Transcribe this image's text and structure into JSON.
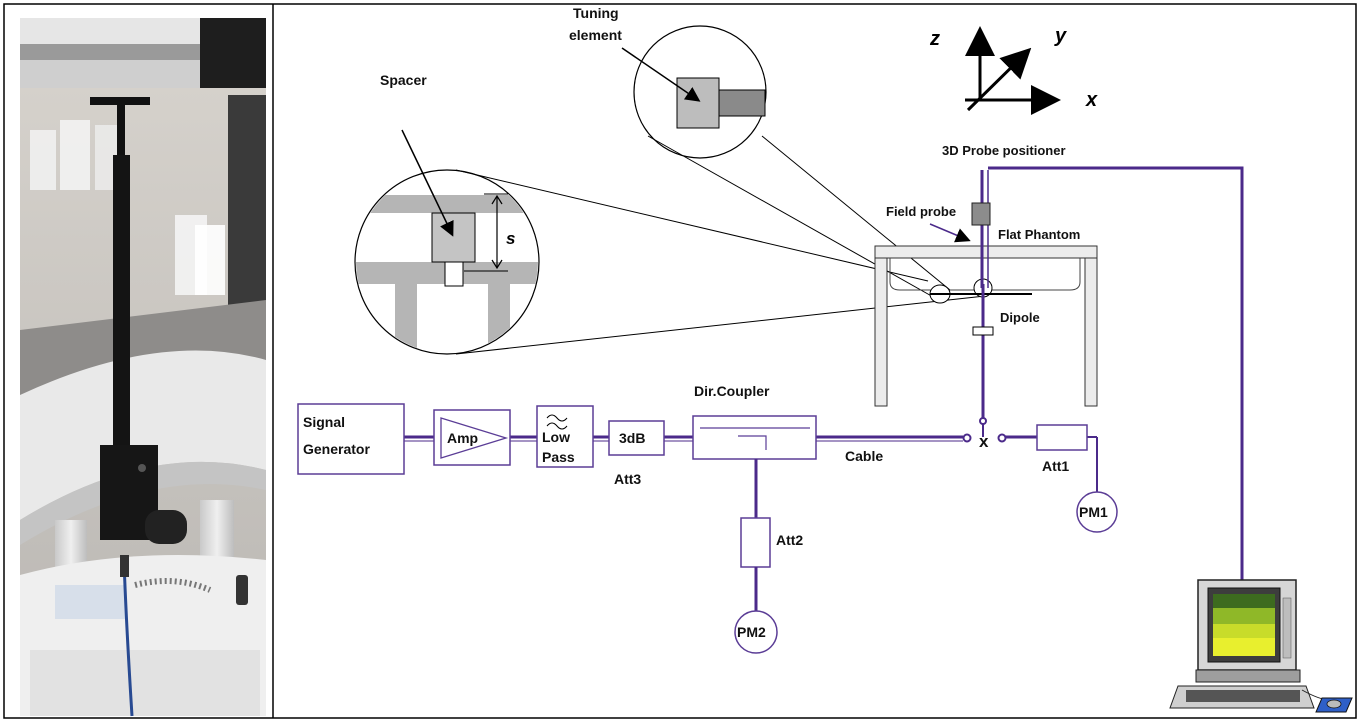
{
  "labels": {
    "tuning_element_line1": "Tuning",
    "tuning_element_line2": "element",
    "spacer": "Spacer",
    "spacing": "s",
    "axis_z": "z",
    "axis_y": "y",
    "axis_x": "x",
    "probe_positioner": "3D Probe positioner",
    "field_probe": "Field probe",
    "flat_phantom": "Flat Phantom",
    "dipole": "Dipole",
    "dir_coupler": "Dir.Coupler",
    "signal_generator_line1": "Signal",
    "signal_generator_line2": "Generator",
    "amp": "Amp",
    "low_pass_line1": "Low",
    "low_pass_line2": "Pass",
    "att_3db": "3dB",
    "att3": "Att3",
    "cable": "Cable",
    "connector_x": "x",
    "att1": "Att1",
    "pm1": "PM1",
    "att2": "Att2",
    "pm2": "PM2"
  },
  "colors": {
    "wire": "#4b2a8a",
    "box_stroke": "#5b3d96",
    "grey_part": "#b7b7b7",
    "dark_part": "#808080",
    "screen_dark": "#3d6b1f",
    "screen_mid": "#8fb828",
    "screen_light": "#e8ef2e"
  }
}
